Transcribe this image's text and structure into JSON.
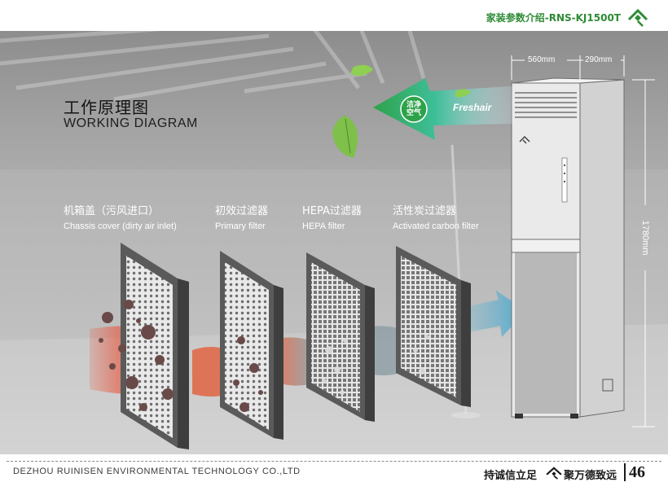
{
  "header": {
    "title": "家装参数介绍-RNS-KJ1500T"
  },
  "diagram": {
    "title_cn": "工作原理图",
    "title_en": "WORKING DIAGRAM",
    "filters": [
      {
        "cn": "机箱盖（污风进口）",
        "en": "Chassis cover (dirty air inlet)"
      },
      {
        "cn": "初效过滤器",
        "en": "Primary filter"
      },
      {
        "cn": "HEPA过滤器",
        "en": "HEPA filter"
      },
      {
        "cn": "活性炭过滤器",
        "en": "Activated carbon filter"
      }
    ],
    "fresh_air_label": "Freshair",
    "clean_air_badge": "洁净空气",
    "dimensions": {
      "width_front": "560mm",
      "width_side": "290mm",
      "height": "1780mm"
    }
  },
  "colors": {
    "brand_green": "#2e8b36",
    "dirty_air": "#e8553a",
    "clean_air": "#5fb6d6"
  },
  "footer": {
    "company": "DEZHOU RUINISEN ENVIRONMENTAL TECHNOLOGY CO.,LTD",
    "slogan_left": "持诚信立足",
    "slogan_right": "聚万德致远",
    "page_number": "46"
  }
}
